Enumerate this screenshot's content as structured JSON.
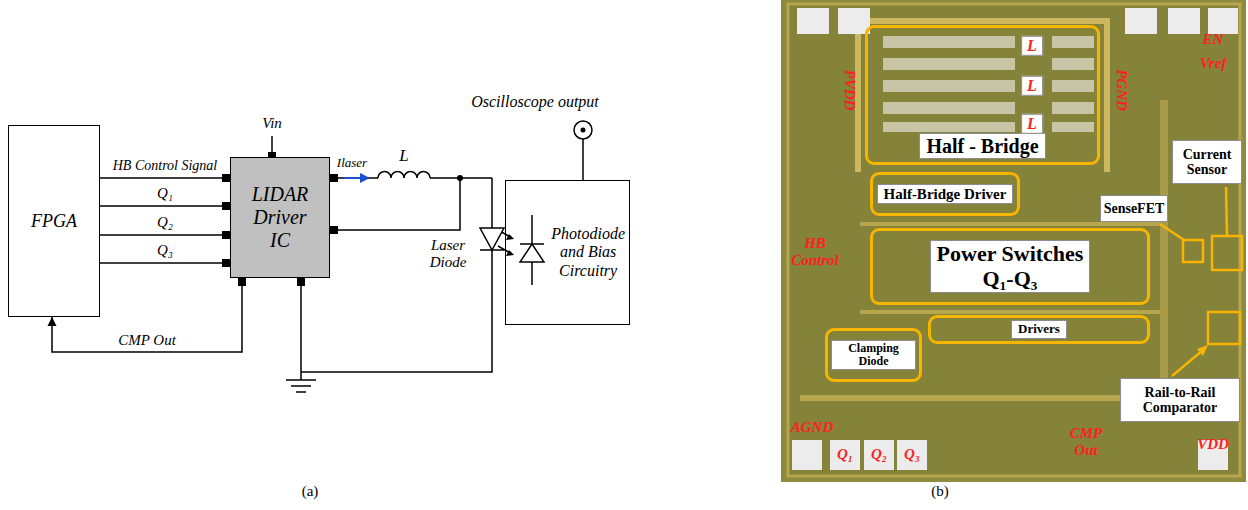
{
  "diagram": {
    "nodes": [
      {
        "text": [
          "FPGA"
        ]
      },
      {
        "text": [
          "LIDAR Driver IC"
        ]
      },
      {
        "text": [
          "Photodiode and Bias Circuitry"
        ]
      },
      {
        "text": [
          "Half - Bridge"
        ]
      },
      {
        "text": [
          "Half-Bridge Driver"
        ]
      },
      {
        "text": [
          "SenseFET"
        ]
      },
      {
        "text": [
          "Current Sensor"
        ]
      },
      {
        "text": [
          "Power Switches",
          "Q₁-Q₃"
        ]
      },
      {
        "text": [
          "Drivers"
        ]
      },
      {
        "text": [
          "Clamping Diode"
        ]
      },
      {
        "text": [
          "Rail-to-Rail Comparator"
        ]
      }
    ],
    "edges": [
      {
        "from": 0,
        "to": 1,
        "arrow": "none",
        "label": "HB Control Signal"
      },
      {
        "from": 0,
        "to": 1,
        "arrow": "none",
        "label": "Q₁"
      },
      {
        "from": 0,
        "to": 1,
        "arrow": "none",
        "label": "Q₂"
      },
      {
        "from": 0,
        "to": 1,
        "arrow": "none",
        "label": "Q₃"
      },
      {
        "from": 1,
        "to": 0,
        "arrow": "to",
        "label": "CMP Out"
      }
    ],
    "labels": [
      "Vin",
      "Ilaser",
      "L",
      "Oscilloscope output",
      "Laser Diode",
      "(a)",
      "L",
      "L",
      "L",
      "PVDD",
      "PGND",
      "EN",
      "Vref",
      "HB Control",
      "AGND",
      "Q₁",
      "Q₂",
      "Q₃",
      "CMP Out",
      "VDD",
      "(b)"
    ]
  }
}
